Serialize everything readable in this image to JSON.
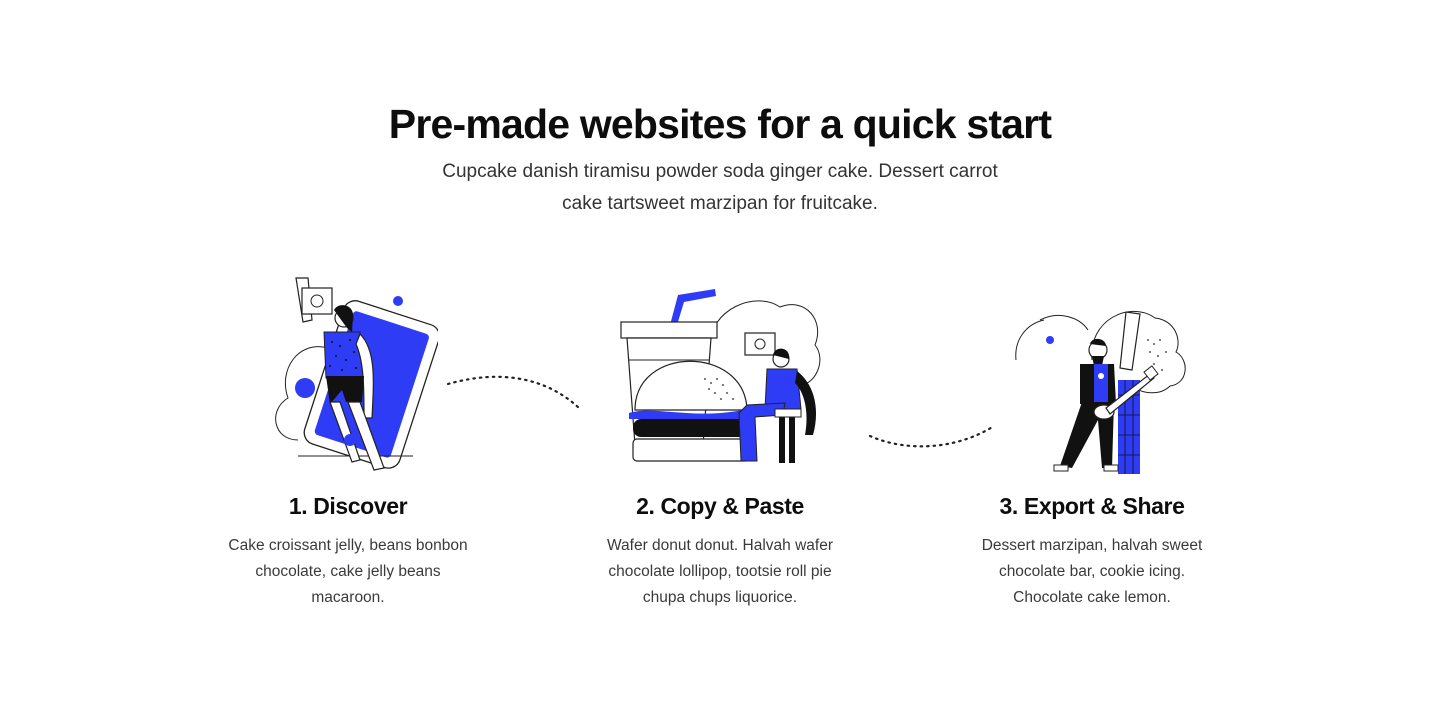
{
  "header": {
    "title": "Pre-made websites for a quick start",
    "subtitle": "Cupcake danish tiramisu powder soda ginger cake. Dessert carrot cake tartsweet marzipan for fruitcake."
  },
  "steps": [
    {
      "title": "1. Discover",
      "description": "Cake croissant jelly, beans bonbon chocolate, cake jelly beans macaroon.",
      "illustration": "person-with-tablet-illustration"
    },
    {
      "title": "2. Copy & Paste",
      "description": "Wafer donut donut. Halvah wafer chocolate lollipop, tootsie roll pie chupa chups liquorice.",
      "illustration": "burger-and-drink-illustration"
    },
    {
      "title": "3. Export & Share",
      "description": "Dessert marzipan, halvah sweet chocolate bar, cookie icing. Chocolate cake lemon.",
      "illustration": "guitar-player-illustration"
    }
  ],
  "colors": {
    "accent": "#2f3cf5",
    "text_dark": "#0d0d0d",
    "text_body": "#3a3a3a"
  }
}
